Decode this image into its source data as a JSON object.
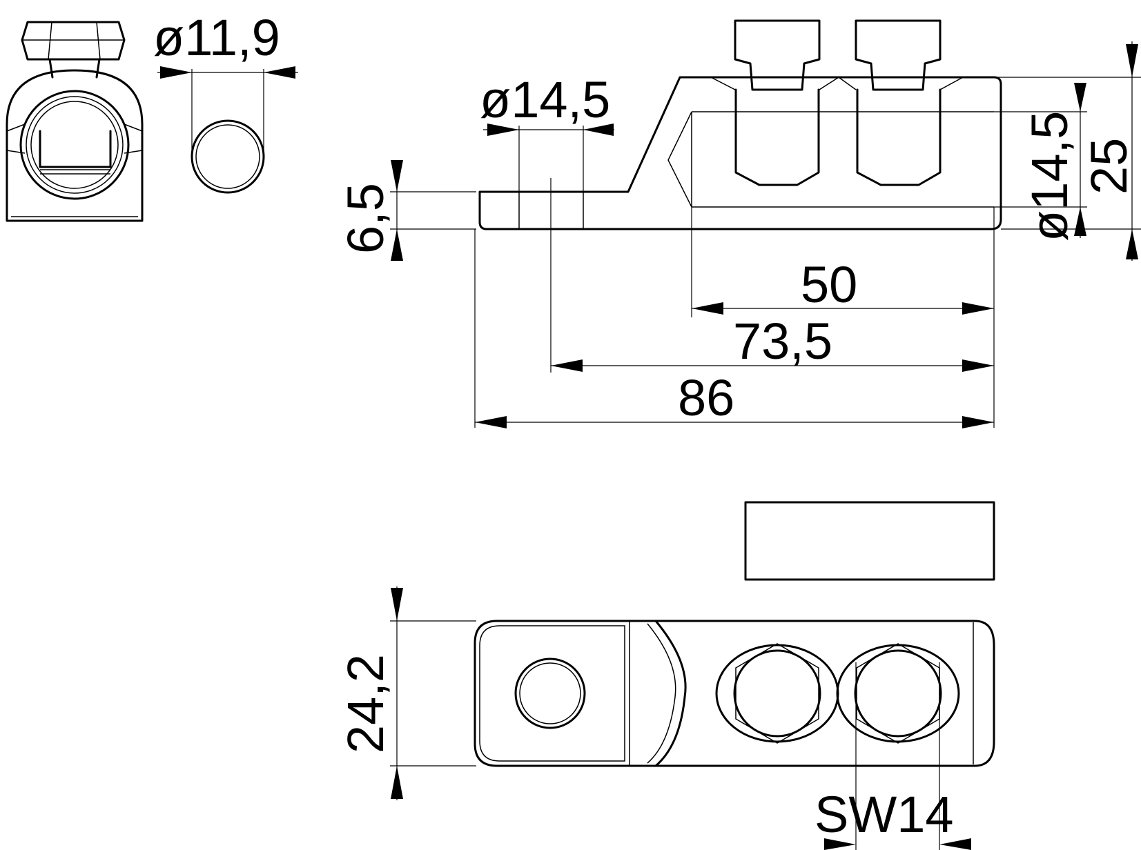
{
  "dimensions": {
    "hex_diameter": "ø11,9",
    "hole_diameter": "ø14,5",
    "tab_thickness": "6,5",
    "barrel_bore": "ø14,5",
    "barrel_height": "25",
    "barrel_length": "50",
    "hole_to_end": "73,5",
    "overall_length": "86",
    "width": "24,2",
    "wrench_size": "SW14"
  }
}
